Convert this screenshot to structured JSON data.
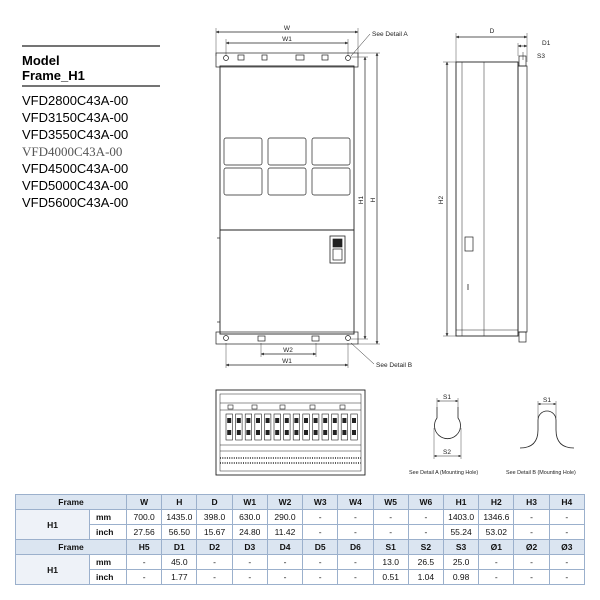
{
  "model_block": {
    "title_line1": "Model",
    "title_line2": "Frame_H1",
    "models": [
      "VFD2800C43A-00",
      "VFD3150C43A-00",
      "VFD3550C43A-00",
      "VFD4000C43A-00",
      "VFD4500C43A-00",
      "VFD5000C43A-00",
      "VFD5600C43A-00"
    ]
  },
  "front_view": {
    "W": "W",
    "W1": "W1",
    "W2": "W2",
    "W1_bottom": "W1",
    "H": "H",
    "H1": "H1",
    "detail_a": "See Detail A",
    "detail_b": "See Detail B"
  },
  "side_view": {
    "D": "D",
    "D1": "D1",
    "S3": "S3",
    "H2": "H2"
  },
  "details": {
    "a_s1": "S1",
    "a_s2": "S2",
    "a_caption": "See Detail A (Mounting Hole)",
    "b_s1": "S1",
    "b_caption": "See Detail B (Mounting Hole)"
  },
  "table": {
    "frame_label": "Frame",
    "frame_value": "H1",
    "units": [
      "mm",
      "inch"
    ],
    "header1": [
      "W",
      "H",
      "D",
      "W1",
      "W2",
      "W3",
      "W4",
      "W5",
      "W6",
      "H1",
      "H2",
      "H3",
      "H4"
    ],
    "mm1": [
      "700.0",
      "1435.0",
      "398.0",
      "630.0",
      "290.0",
      "-",
      "-",
      "-",
      "-",
      "1403.0",
      "1346.6",
      "-",
      "-"
    ],
    "inch1": [
      "27.56",
      "56.50",
      "15.67",
      "24.80",
      "11.42",
      "-",
      "-",
      "-",
      "-",
      "55.24",
      "53.02",
      "-",
      "-"
    ],
    "header2": [
      "H5",
      "D1",
      "D2",
      "D3",
      "D4",
      "D5",
      "D6",
      "S1",
      "S2",
      "S3",
      "Ø1",
      "Ø2",
      "Ø3"
    ],
    "mm2": [
      "-",
      "45.0",
      "-",
      "-",
      "-",
      "-",
      "-",
      "13.0",
      "26.5",
      "25.0",
      "-",
      "-",
      "-"
    ],
    "inch2": [
      "-",
      "1.77",
      "-",
      "-",
      "-",
      "-",
      "-",
      "0.51",
      "1.04",
      "0.98",
      "-",
      "-",
      "-"
    ]
  }
}
